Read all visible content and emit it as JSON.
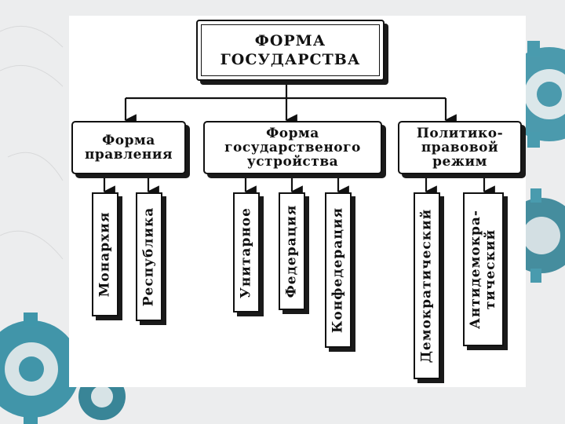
{
  "diagram": {
    "root": {
      "label": "ФОРМА\nГОСУДАРСТВА"
    },
    "categories": [
      {
        "label": "Форма\nправления",
        "children": [
          "Монархия",
          "Республика"
        ]
      },
      {
        "label": "Форма\nгосударственого\nустройства",
        "children": [
          "Унитарное",
          "Федерация",
          "Конфедерация"
        ]
      },
      {
        "label": "Политико-\nправовой\nрежим",
        "children": [
          "Демократический",
          "Антидемокра-\nтический"
        ]
      }
    ]
  },
  "colors": {
    "background": "#ecedee",
    "panel": "#ffffff",
    "ink": "#111111",
    "decor": "#1f7f96"
  }
}
